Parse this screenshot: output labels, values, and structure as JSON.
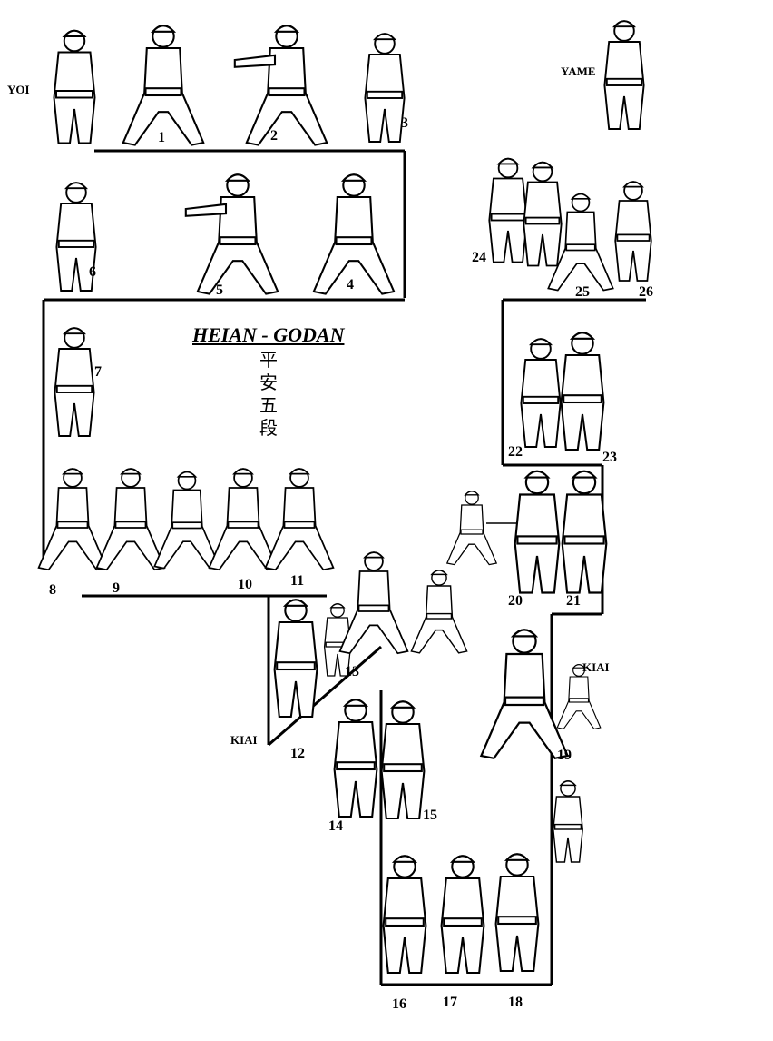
{
  "title": "HEIAN - GODAN",
  "kanji": [
    "平",
    "安",
    "五",
    "段"
  ],
  "markers": {
    "start": "YOI",
    "end": "YAME",
    "kiai_1": "KIAI",
    "kiai_2": "KIAI"
  },
  "steps": [
    "1",
    "2",
    "3",
    "4",
    "5",
    "6",
    "7",
    "8",
    "9",
    "10",
    "11",
    "12",
    "13",
    "14",
    "15",
    "16",
    "17",
    "18",
    "19",
    "20",
    "21",
    "22",
    "23",
    "24",
    "25",
    "26"
  ],
  "colors": {
    "ink": "#000000",
    "paper": "#ffffff"
  }
}
